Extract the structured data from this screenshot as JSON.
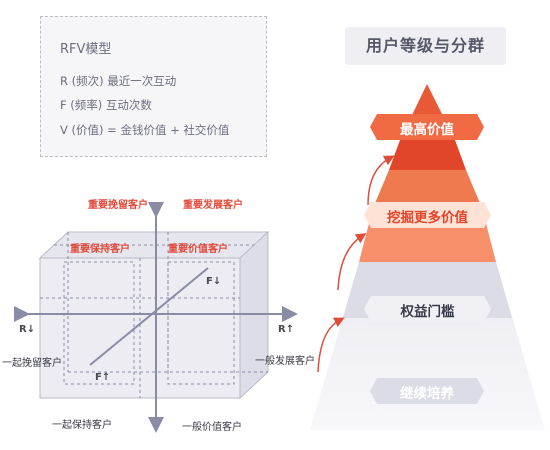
{
  "rfv": {
    "title": "RFV模型",
    "lines": [
      "R (频次) 最近一次互动",
      "F (频率) 互动次数",
      "V (价值) = 金钱价值 + 社交价值"
    ]
  },
  "cube": {
    "segments": {
      "important_recall": "重要挽留客户",
      "important_develop": "重要发展客户",
      "important_keep": "重要保持客户",
      "important_value": "重要价值客户",
      "general_recall": "一起挽留客户",
      "general_develop": "一般发展客户",
      "general_keep": "一起保持客户",
      "general_value": "一般价值客户"
    },
    "axes": {
      "r_left": "R↓",
      "r_right": "R↑",
      "f_up": "F↓",
      "f_down": "F↑"
    }
  },
  "pyramid": {
    "title": "用户等级与分群",
    "levels": [
      "最高价值",
      "挖掘更多价值",
      "权益门槛",
      "继续培养"
    ],
    "colors": {
      "top": "#e2462a",
      "top_band": "#f06a43",
      "mid_band": "#f7906a",
      "upper_band": "#ffb79a",
      "gray_band": "#dcdce6",
      "base": "#eeeef3",
      "tag_red": "#f06a43",
      "tag_gray": "#eaeaf0"
    }
  }
}
